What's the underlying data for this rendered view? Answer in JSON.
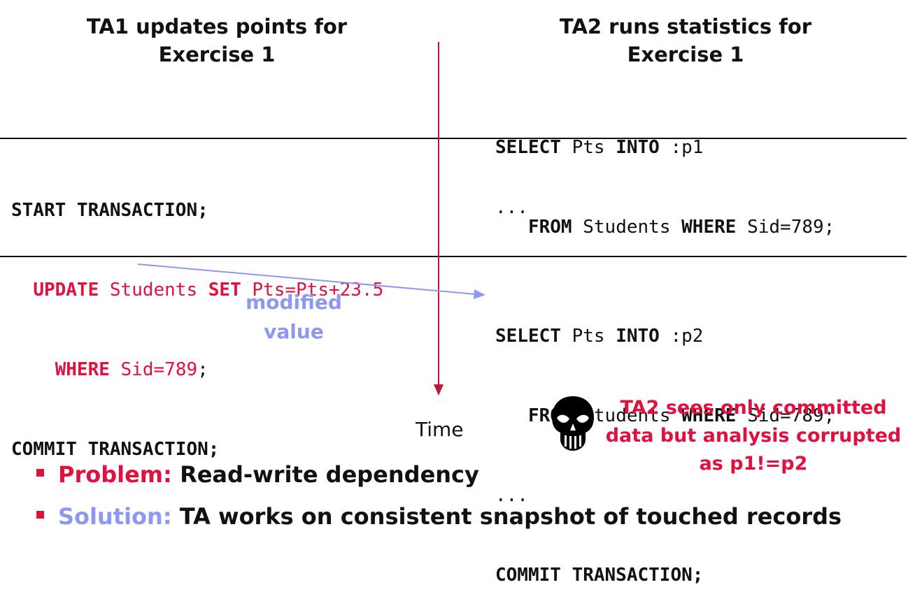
{
  "headers": {
    "left": [
      "TA1 updates points for",
      "Exercise 1"
    ],
    "right": [
      "TA2 runs statistics for",
      "Exercise 1"
    ]
  },
  "code": {
    "ta2_select1_line1": {
      "k1": "SELECT",
      "t1": " Pts ",
      "k2": "INTO",
      "t2": " :p1"
    },
    "ta2_select1_line2": {
      "k1": "FROM",
      "t1": " Students ",
      "k2": "WHERE",
      "t2": " Sid=789;"
    },
    "ta1_start": "START TRANSACTION;",
    "ta1_update_line1": {
      "k1": "UPDATE",
      "t1": " Students ",
      "k2": "SET",
      "t2": " Pts=Pts+23.5"
    },
    "ta1_update_line2": {
      "k1": "WHERE",
      "t1": " Sid=789",
      "t2": ";"
    },
    "ta1_commit": "COMMIT TRANSACTION;",
    "ta2_ellipsis1": "...",
    "ta2_select2_line1": {
      "k1": "SELECT",
      "t1": " Pts ",
      "k2": "INTO",
      "t2": " :p2"
    },
    "ta2_select2_line2": {
      "k1": "FROM",
      "t1": " Students ",
      "k2": "WHERE",
      "t2": " Sid=789;"
    },
    "ta2_ellipsis2": "...",
    "ta2_commit": "COMMIT TRANSACTION;"
  },
  "arrow_label": [
    "modified",
    "value"
  ],
  "time_label": "Time",
  "warning": [
    "TA2 sees only committed",
    "data but analysis corrupted",
    "as p1!=p2"
  ],
  "bullets": [
    {
      "label": "Problem:",
      "text": " Read-write dependency",
      "label_color": "#e0103f"
    },
    {
      "label": "Solution:",
      "text": " TA works on consistent snapshot of touched records",
      "label_color": "#8d99f0"
    }
  ],
  "colors": {
    "accent_red": "#e0103f",
    "accent_blue": "#8d99f0",
    "timeline": "#c0143c"
  },
  "icons": [
    "skull-icon"
  ]
}
